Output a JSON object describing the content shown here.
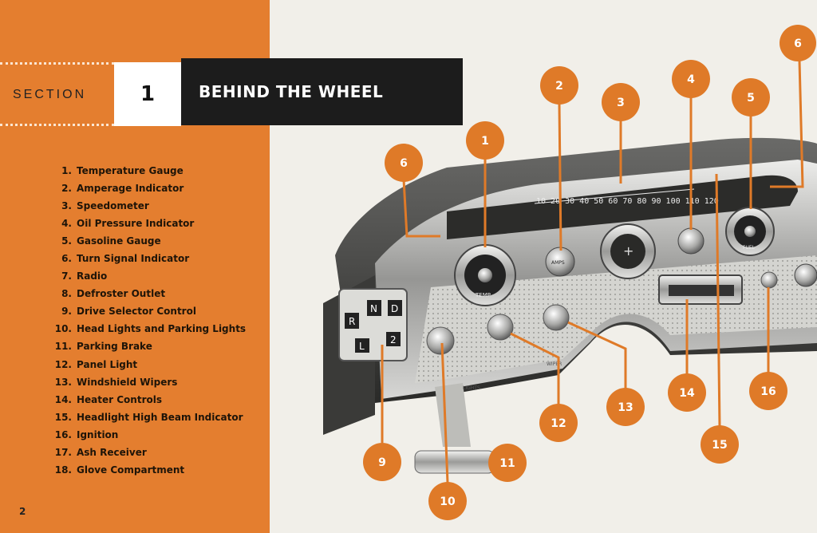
{
  "header": {
    "section_label": "SECTION",
    "section_number": "1",
    "title": "BEHIND THE WHEEL"
  },
  "legend": [
    {
      "num": "1.",
      "label": "Temperature Gauge"
    },
    {
      "num": "2.",
      "label": "Amperage Indicator"
    },
    {
      "num": "3.",
      "label": "Speedometer"
    },
    {
      "num": "4.",
      "label": "Oil Pressure Indicator"
    },
    {
      "num": "5.",
      "label": "Gasoline Gauge"
    },
    {
      "num": "6.",
      "label": "Turn Signal Indicator"
    },
    {
      "num": "7.",
      "label": "Radio"
    },
    {
      "num": "8.",
      "label": "Defroster Outlet"
    },
    {
      "num": "9.",
      "label": "Drive Selector Control"
    },
    {
      "num": "10.",
      "label": "Head Lights and Parking Lights"
    },
    {
      "num": "11.",
      "label": "Parking Brake"
    },
    {
      "num": "12.",
      "label": "Panel Light"
    },
    {
      "num": "13.",
      "label": "Windshield Wipers"
    },
    {
      "num": "14.",
      "label": "Heater Controls"
    },
    {
      "num": "15.",
      "label": "Headlight High Beam Indicator"
    },
    {
      "num": "16.",
      "label": "Ignition"
    },
    {
      "num": "17.",
      "label": "Ash Receiver"
    },
    {
      "num": "18.",
      "label": "Glove Compartment"
    }
  ],
  "page_number": "2",
  "callouts": [
    "1",
    "2",
    "3",
    "4",
    "5",
    "6",
    "6",
    "9",
    "10",
    "11",
    "12",
    "13",
    "14",
    "15",
    "16"
  ],
  "dashboard_labels": {
    "gear_r": "R",
    "gear_n": "N",
    "gear_d": "D",
    "gear_l": "L",
    "gear_2": "2",
    "temp": "TEMP",
    "amps": "AMPS",
    "fuel": "FUEL",
    "speedo_scale": "10 20 30 40 50 60 70 80 90 100 110 120",
    "wiper": "WIPER",
    "lights": "LIGHTS"
  },
  "colors": {
    "accent_orange": "#e47e2f",
    "callout_orange": "#df7a28",
    "title_black": "#1c1c1c",
    "page_cream": "#f1efe9"
  }
}
